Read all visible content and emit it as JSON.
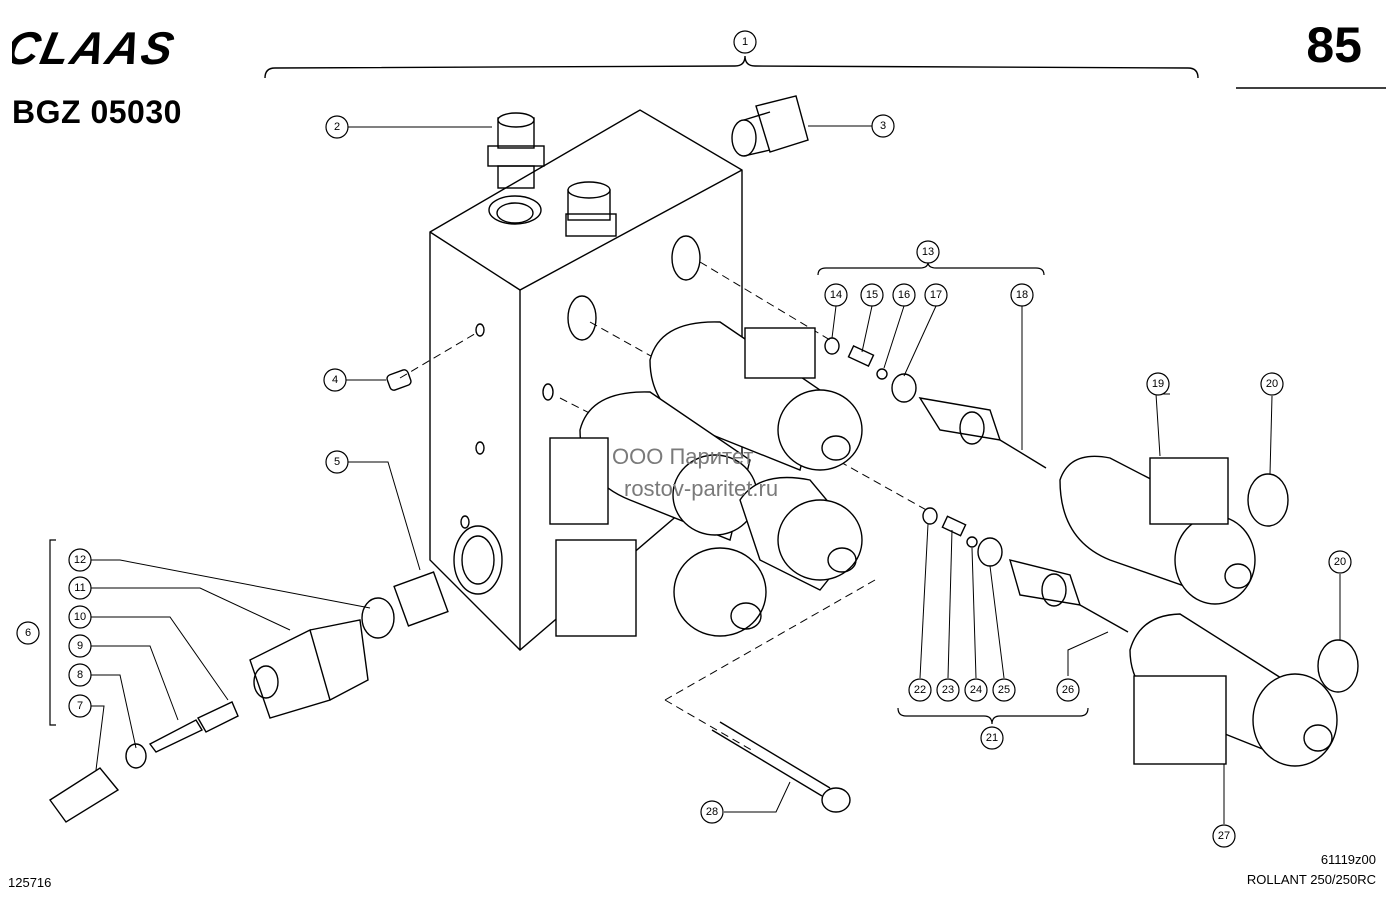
{
  "header": {
    "brand": "CLAAS",
    "page_number": "85",
    "reference": "BGZ 05030"
  },
  "footer": {
    "sheet_id": "125716",
    "drawing_code": "61119z00",
    "model": "ROLLANT 250/250RC"
  },
  "watermark": {
    "line1": "ООО Паритет",
    "line2": "rostov-paritet.ru"
  },
  "callouts": [
    "1",
    "2",
    "3",
    "4",
    "5",
    "6",
    "7",
    "8",
    "9",
    "10",
    "11",
    "12",
    "13",
    "14",
    "15",
    "16",
    "17",
    "18",
    "19",
    "20",
    "20",
    "21",
    "22",
    "23",
    "24",
    "25",
    "26",
    "27",
    "28"
  ]
}
